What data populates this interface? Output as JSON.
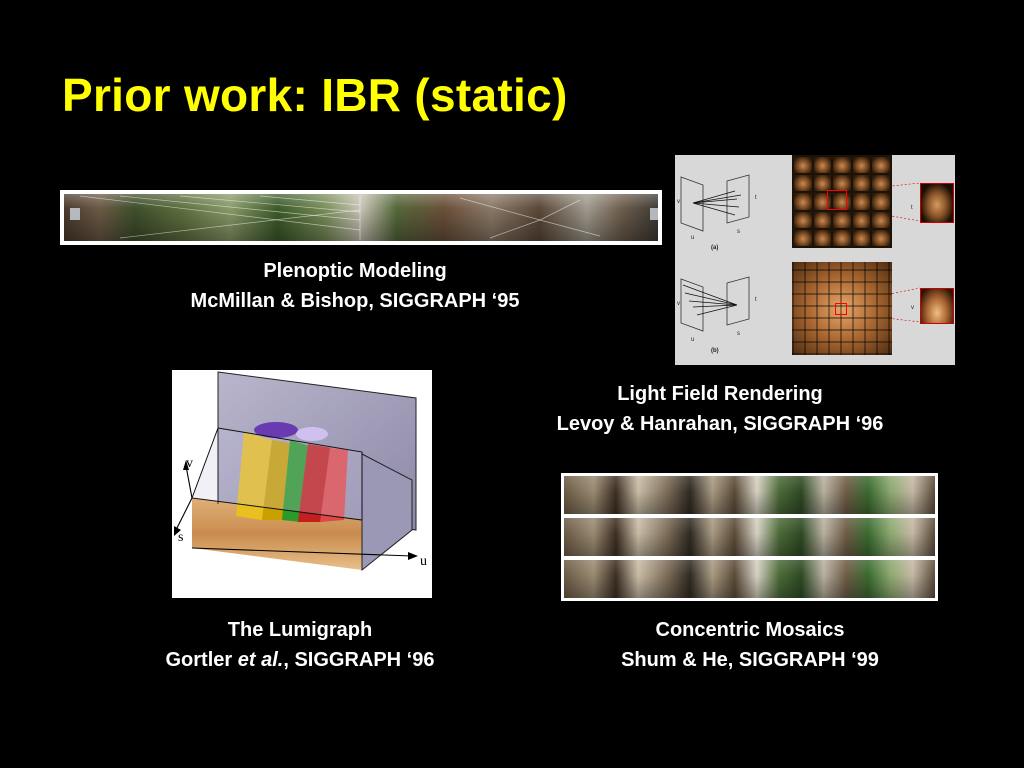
{
  "slide": {
    "title": "Prior work: IBR (static)"
  },
  "works": [
    {
      "name": "Plenoptic Modeling",
      "authors": "McMillan & Bishop, SIGGRAPH ‘95"
    },
    {
      "name": "Light Field Rendering",
      "authors": "Levoy & Hanrahan, SIGGRAPH ‘96",
      "figure_labels": {
        "a": "(a)",
        "b": "(b)",
        "u": "u",
        "v": "v",
        "s": "s",
        "t": "t"
      }
    },
    {
      "name": "The Lumigraph",
      "authors_prefix": "Gortler ",
      "authors_italic": "et al.",
      "authors_suffix": ", SIGGRAPH ‘96",
      "axes": {
        "v": "v",
        "s": "s",
        "u": "u"
      }
    },
    {
      "name": "Concentric Mosaics",
      "authors": "Shum & He, SIGGRAPH ‘99"
    }
  ]
}
